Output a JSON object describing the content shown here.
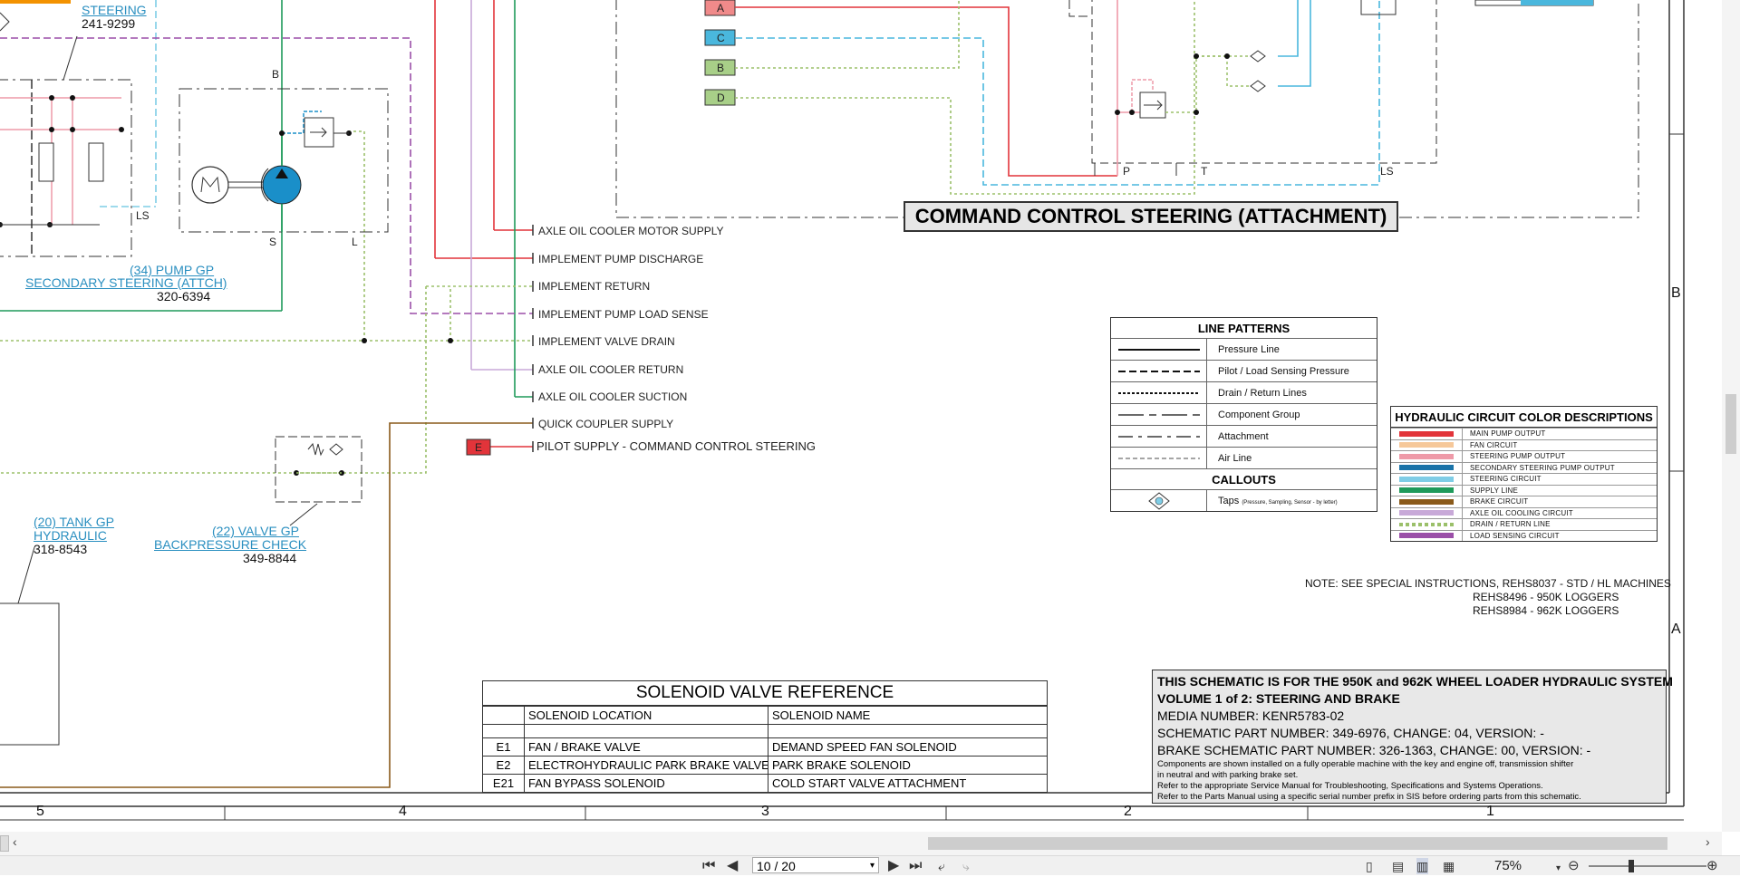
{
  "viewer": {
    "page_indicator": "10 / 20",
    "zoom": "75%"
  },
  "refs": {
    "steering": "STEERING",
    "steering_part": "241-9299",
    "pump_gp_line1": "(34) PUMP GP",
    "pump_gp_line2": "SECONDARY STEERING (ATTCH)",
    "pump_gp_part": "320-6394",
    "tank_gp_line1": "(20) TANK GP",
    "tank_gp_line2": "HYDRAULIC",
    "tank_gp_part": "318-8543",
    "valve_gp_line1": "(22) VALVE GP",
    "valve_gp_line2": "BACKPRESSURE CHECK",
    "valve_gp_part": "349-8844"
  },
  "port_labels": {
    "b_top": "B",
    "s_port": "S",
    "l_port": "L",
    "ls_left": "LS",
    "p_right": "P",
    "t_right": "T",
    "ls_right": "LS"
  },
  "tags": {
    "a": "A",
    "c": "C",
    "b": "B",
    "d": "D",
    "e": "E"
  },
  "line_labels": [
    "AXLE OIL COOLER MOTOR SUPPLY",
    "IMPLEMENT PUMP DISCHARGE",
    "IMPLEMENT RETURN",
    "IMPLEMENT PUMP LOAD SENSE",
    "IMPLEMENT VALVE DRAIN",
    "AXLE OIL COOLER RETURN",
    "AXLE OIL COOLER SUCTION",
    "QUICK COUPLER SUPPLY",
    "PILOT SUPPLY - COMMAND CONTROL STEERING"
  ],
  "command_title": "COMMAND CONTROL STEERING (ATTACHMENT)",
  "line_patterns": {
    "title": "LINE PATTERNS",
    "items": [
      "Pressure Line",
      "Pilot / Load Sensing Pressure",
      "Drain / Return Lines",
      "Component Group",
      "Attachment",
      "Air Line"
    ],
    "callouts_title": "CALLOUTS",
    "taps_label": "Taps",
    "taps_sub": "(Pressure, Sampling, Sensor - by letter)"
  },
  "color_desc": {
    "title": "HYDRAULIC CIRCUIT COLOR DESCRIPTIONS",
    "items": [
      {
        "label": "MAIN PUMP OUTPUT",
        "color": "#e2343a"
      },
      {
        "label": "FAN CIRCUIT",
        "color": "#f6c89a"
      },
      {
        "label": "STEERING PUMP OUTPUT",
        "color": "#ee9aa8"
      },
      {
        "label": "SECONDARY STEERING PUMP OUTPUT",
        "color": "#1a73a8"
      },
      {
        "label": "STEERING CIRCUIT",
        "color": "#7fcde6"
      },
      {
        "label": "SUPPLY LINE",
        "color": "#1e9a5a"
      },
      {
        "label": "BRAKE CIRCUIT",
        "color": "#8a5a1a"
      },
      {
        "label": "AXLE OIL COOLING CIRCUIT",
        "color": "#c8a9d8"
      },
      {
        "label": "DRAIN / RETURN LINE",
        "color": "#9bc06a"
      },
      {
        "label": "LOAD SENSING CIRCUIT",
        "color": "#9b4fa8"
      }
    ]
  },
  "notes": [
    "NOTE: SEE SPECIAL INSTRUCTIONS, REHS8037  - STD / HL MACHINES",
    "REHS8496 - 950K LOGGERS",
    "REHS8984 - 962K LOGGERS"
  ],
  "solenoid_ref": {
    "title": "SOLENOID VALVE REFERENCE",
    "col_location": "SOLENOID LOCATION",
    "col_name": "SOLENOID NAME",
    "rows": [
      {
        "id": "E1",
        "location": "FAN / BRAKE VALVE",
        "name": "DEMAND SPEED FAN SOLENOID"
      },
      {
        "id": "E2",
        "location": "ELECTROHYDRAULIC PARK BRAKE VALVE",
        "name": "PARK BRAKE SOLENOID"
      },
      {
        "id": "E21",
        "location": "FAN BYPASS SOLENOID",
        "name": "COLD START VALVE ATTACHMENT"
      }
    ]
  },
  "title_block": {
    "line1": "THIS SCHEMATIC IS FOR THE 950K and 962K WHEEL LOADER HYDRAULIC SYSTEM",
    "line2": "VOLUME 1 of 2: STEERING AND BRAKE",
    "line3": "MEDIA NUMBER: KENR5783-02",
    "line4": "SCHEMATIC PART NUMBER: 349-6976, CHANGE: 04, VERSION: -",
    "line5": "BRAKE SCHEMATIC PART NUMBER: 326-1363, CHANGE: 00, VERSION: -",
    "small1": "Components are shown installed on a fully operable machine with the key and engine off, transmission shifter",
    "small2": "in neutral and with parking brake set.",
    "small3": "Refer to the appropriate Service Manual for Troubleshooting, Specifications and Systems Operations.",
    "small4": "Refer to the Parts Manual using a specific serial number prefix in SIS before ordering parts from this schematic."
  },
  "zones": {
    "n5": "5",
    "n4": "4",
    "n3": "3",
    "n2": "2",
    "n1": "1",
    "lb": "B",
    "la": "A"
  }
}
